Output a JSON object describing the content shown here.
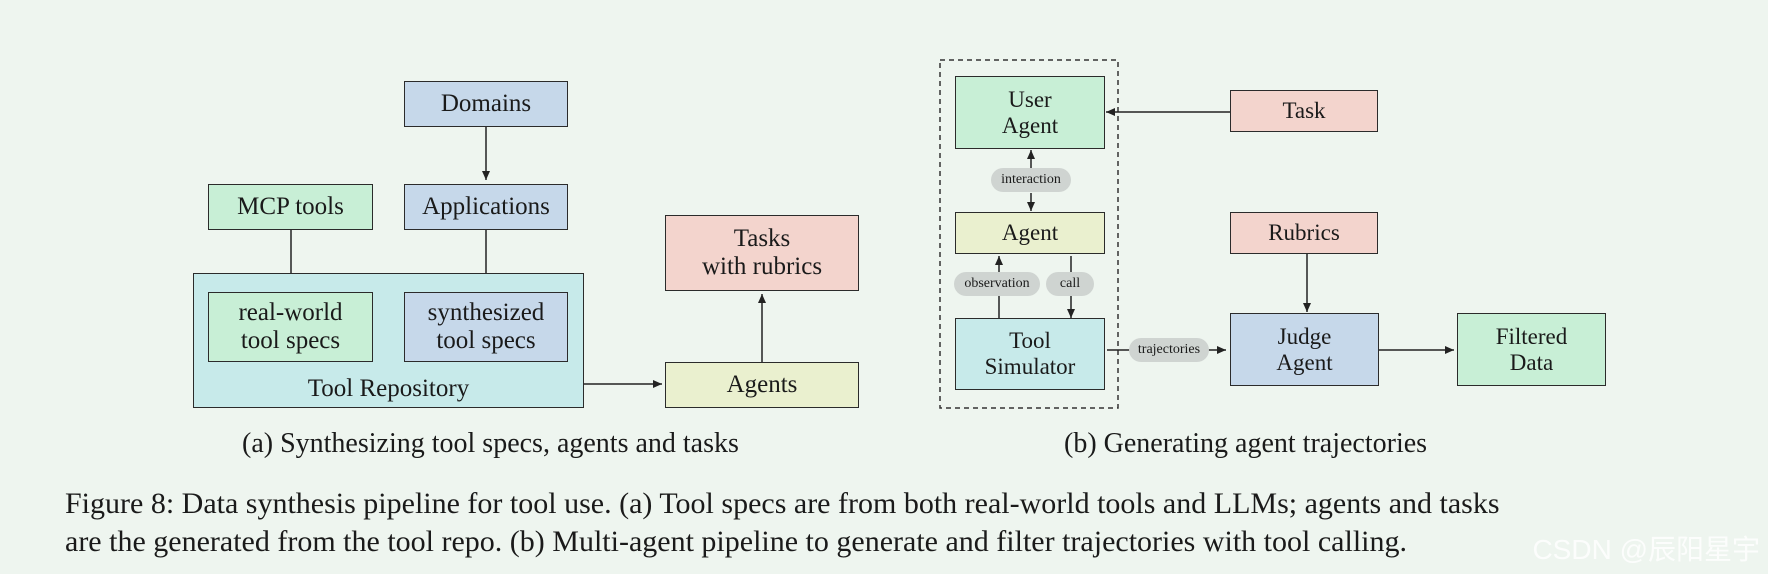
{
  "panel_a": {
    "domains": "Domains",
    "applications": "Applications",
    "mcp_tools": "MCP tools",
    "real_world_line1": "real-world",
    "real_world_line2": "tool specs",
    "synthesized_line1": "synthesized",
    "synthesized_line2": "tool specs",
    "repository": "Tool Repository",
    "tasks_line1": "Tasks",
    "tasks_line2": "with rubrics",
    "agents": "Agents",
    "caption": "(a) Synthesizing tool specs, agents and tasks"
  },
  "panel_b": {
    "user_agent_line1": "User",
    "user_agent_line2": "Agent",
    "interaction": "interaction",
    "agent": "Agent",
    "observation": "observation",
    "call": "call",
    "tool_sim_line1": "Tool",
    "tool_sim_line2": "Simulator",
    "task": "Task",
    "rubrics": "Rubrics",
    "trajectories": "trajectories",
    "judge_line1": "Judge",
    "judge_line2": "Agent",
    "filtered_line1": "Filtered",
    "filtered_line2": "Data",
    "caption": "(b) Generating agent trajectories"
  },
  "figure": {
    "line1": "Figure 8: Data synthesis pipeline for tool use. (a) Tool specs are from both real-world tools and LLMs; agents and tasks",
    "line2": "are the generated from the tool repo. (b) Multi-agent pipeline to generate and filter trajectories with tool calling."
  },
  "watermark": "CSDN @辰阳星宇",
  "colors": {
    "green": "#c8efd6",
    "blue": "#c6d8ea",
    "pink": "#f3d4cd",
    "yellow": "#eaf0cf",
    "cyan": "#c7eaea",
    "background": "#eef5ef"
  }
}
